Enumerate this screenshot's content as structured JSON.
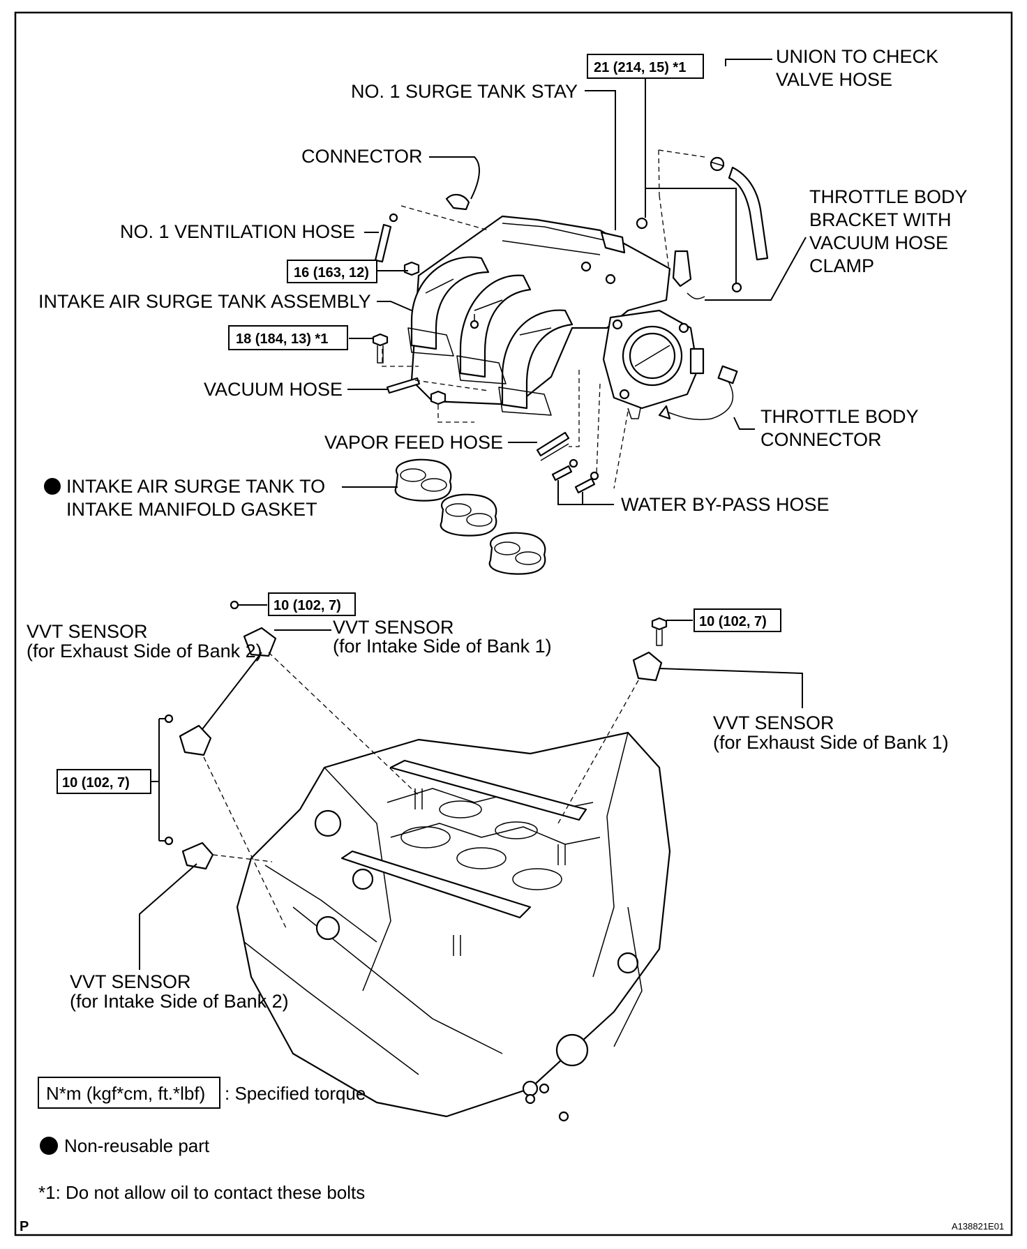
{
  "labels": {
    "union_hose": [
      "UNION TO CHECK",
      "VALVE HOSE"
    ],
    "surge_tank_stay": "NO. 1 SURGE TANK STAY",
    "connector": "CONNECTOR",
    "throttle_bracket": [
      "THROTTLE BODY",
      "BRACKET WITH",
      "VACUUM HOSE",
      "CLAMP"
    ],
    "ventilation_hose": "NO. 1 VENTILATION HOSE",
    "surge_tank_assembly": "INTAKE AIR SURGE TANK ASSEMBLY",
    "vacuum_hose": "VACUUM HOSE",
    "throttle_connector": [
      "THROTTLE BODY",
      "CONNECTOR"
    ],
    "vapor_feed_hose": "VAPOR FEED HOSE",
    "gasket": [
      "INTAKE AIR SURGE TANK TO",
      "INTAKE MANIFOLD GASKET"
    ],
    "water_bypass_hose": "WATER BY-PASS HOSE",
    "vvt_intake_b1": [
      "VVT SENSOR",
      "(for Intake Side of Bank 1)"
    ],
    "vvt_exhaust_b2": [
      "VVT SENSOR",
      "(for Exhaust Side of Bank 2)"
    ],
    "vvt_exhaust_b1": [
      "VVT SENSOR",
      "(for Exhaust Side of Bank 1)"
    ],
    "vvt_intake_b2": [
      "VVT SENSOR",
      "(for Intake Side of Bank 2)"
    ]
  },
  "torques": {
    "stay_bolt": "21 (214, 15) *1",
    "nut_16": "16 (163, 12)",
    "bolt_18": "18 (184, 13) *1",
    "vvt_top": "10 (102, 7)",
    "vvt_right": "10 (102, 7)",
    "vvt_left": "10 (102, 7)"
  },
  "legend": {
    "torque_box": "N*m (kgf*cm, ft.*lbf)",
    "torque_desc": ": Specified torque",
    "non_reusable": "Non-reusable part",
    "note": "*1: Do not allow oil to contact these bolts"
  },
  "corner_mark": "P",
  "figure_id": "A138821E01"
}
